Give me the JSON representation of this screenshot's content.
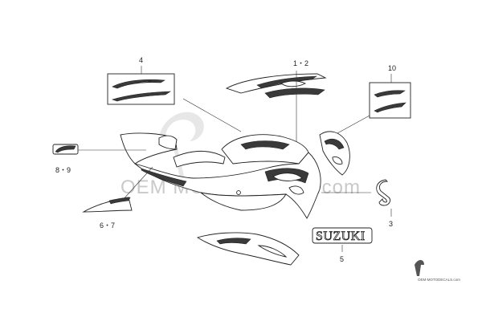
{
  "callouts": {
    "c1_2": "1・2",
    "c3": "3",
    "c4": "4",
    "c5": "5",
    "c6_7": "6・7",
    "c8_9": "8・9",
    "c10": "10"
  },
  "watermark": {
    "main": "OEM MOTODECALS.com",
    "footer": "OEM-MOTODECALS.com"
  },
  "decals": {
    "suzuki_text": "SUZUKI"
  },
  "colors": {
    "line": "#222222",
    "watermark": "#c9c9c9"
  }
}
